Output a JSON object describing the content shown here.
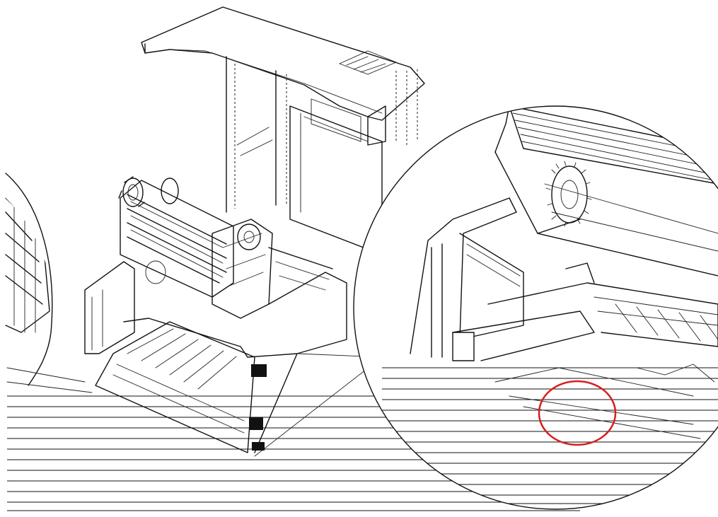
{
  "figure": {
    "kind": "printer media path line drawing",
    "panels": [
      "left-partial-magnifier",
      "printer-body",
      "right-magnifier"
    ],
    "highlight": {
      "shape": "ellipse",
      "color": "#d81e1e"
    },
    "colors": {
      "line": "#111111",
      "background": "#ffffff"
    }
  }
}
